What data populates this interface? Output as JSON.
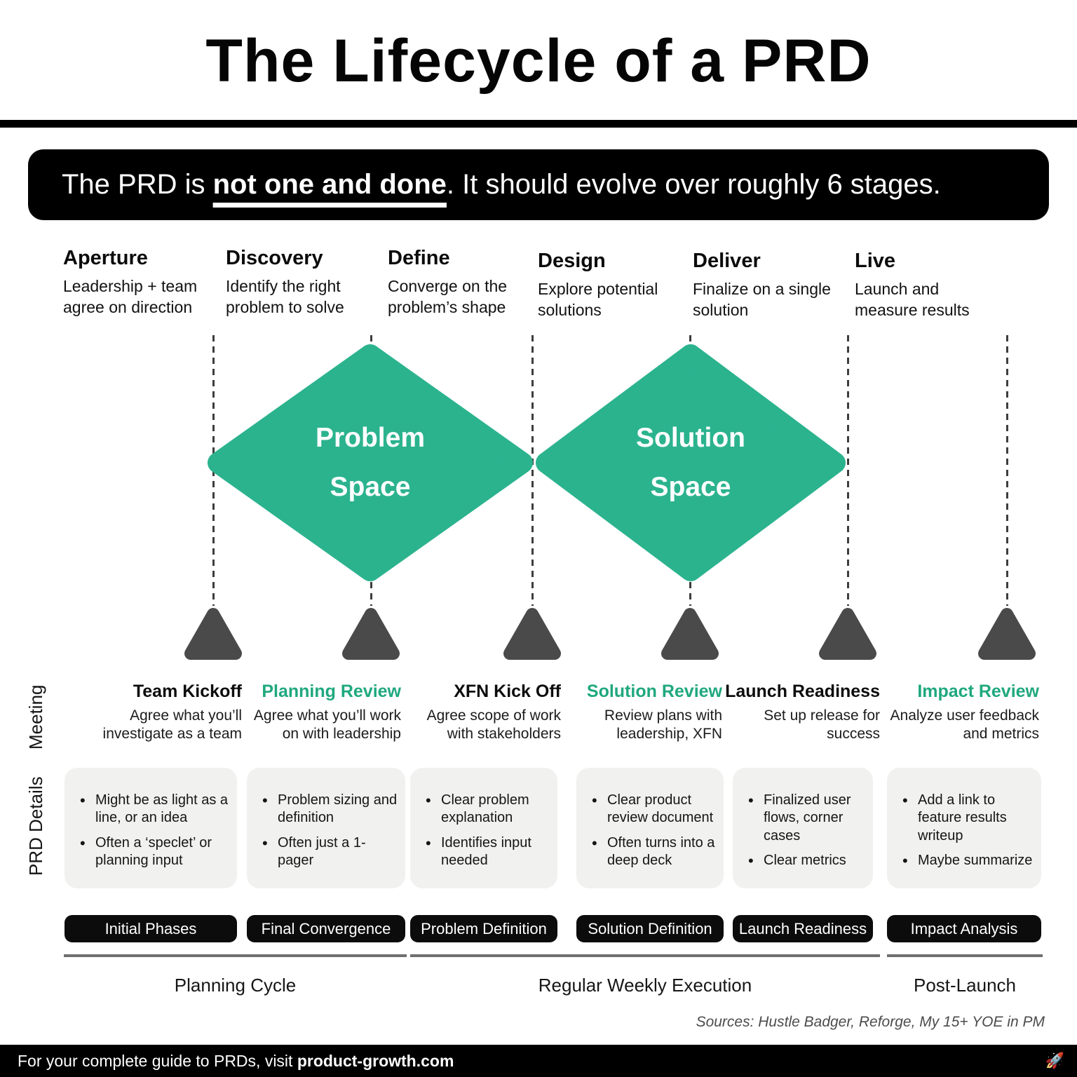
{
  "title": "The Lifecycle of a PRD",
  "banner": {
    "prefix": "The PRD is ",
    "highlight": "not one and done",
    "suffix": ". It should evolve over roughly 6 stages."
  },
  "stages": [
    {
      "title": "Aperture",
      "subtitle": "Leadership + team agree on direction"
    },
    {
      "title": "Discovery",
      "subtitle": "Identify the right problem to solve"
    },
    {
      "title": "Define",
      "subtitle": "Converge on the problem’s shape"
    },
    {
      "title": "Design",
      "subtitle": "Explore potential solutions"
    },
    {
      "title": "Deliver",
      "subtitle": "Finalize on a single solution"
    },
    {
      "title": "Live",
      "subtitle": "Launch and measure results"
    }
  ],
  "diamonds": [
    {
      "line1": "Problem",
      "line2": "Space"
    },
    {
      "line1": "Solution",
      "line2": "Space"
    }
  ],
  "row_labels": {
    "meeting": "Meeting",
    "prd_details": "PRD Details"
  },
  "meetings": [
    {
      "title": "Team Kickoff",
      "subtitle": "Agree what you’ll investigate as a team",
      "accent": false
    },
    {
      "title": "Planning Review",
      "subtitle": "Agree what you’ll work on with leadership",
      "accent": true
    },
    {
      "title": "XFN Kick Off",
      "subtitle": "Agree scope of work with stakeholders",
      "accent": false
    },
    {
      "title": "Solution Review",
      "subtitle": "Review plans with leadership, XFN",
      "accent": true
    },
    {
      "title": "Launch Readiness",
      "subtitle": "Set up release for success",
      "accent": false
    },
    {
      "title": "Impact Review",
      "subtitle": "Analyze user feedback and metrics",
      "accent": true
    }
  ],
  "details": [
    {
      "bullets": [
        "Might be as light as a line, or an idea",
        "Often a ‘speclet’ or planning input"
      ]
    },
    {
      "bullets": [
        "Problem sizing and definition",
        "Often just a 1-pager"
      ]
    },
    {
      "bullets": [
        "Clear problem explanation",
        "Identifies input needed"
      ]
    },
    {
      "bullets": [
        "Clear product review document",
        "Often turns into a deep deck"
      ]
    },
    {
      "bullets": [
        "Finalized user flows, corner cases",
        "Clear metrics"
      ]
    },
    {
      "bullets": [
        "Add a link to feature results writeup",
        "Maybe summarize"
      ]
    }
  ],
  "pills": [
    "Initial Phases",
    "Final Convergence",
    "Problem Definition",
    "Solution Definition",
    "Launch Readiness",
    "Impact Analysis"
  ],
  "cycles": [
    "Planning Cycle",
    "Regular Weekly Execution",
    "Post-Launch"
  ],
  "sources": "Sources: Hustle Badger, Reforge, My 15+ YOE in PM",
  "footer": {
    "text": "For  your complete guide to PRDs, visit ",
    "link": "product-growth.com",
    "rocket_icon": "🚀"
  },
  "colors": {
    "green": "#2BB38E",
    "green_text": "#1FA87E",
    "triangle_gray": "#4A4A4A",
    "box_bg": "#F1F1F0",
    "black": "#000000"
  }
}
